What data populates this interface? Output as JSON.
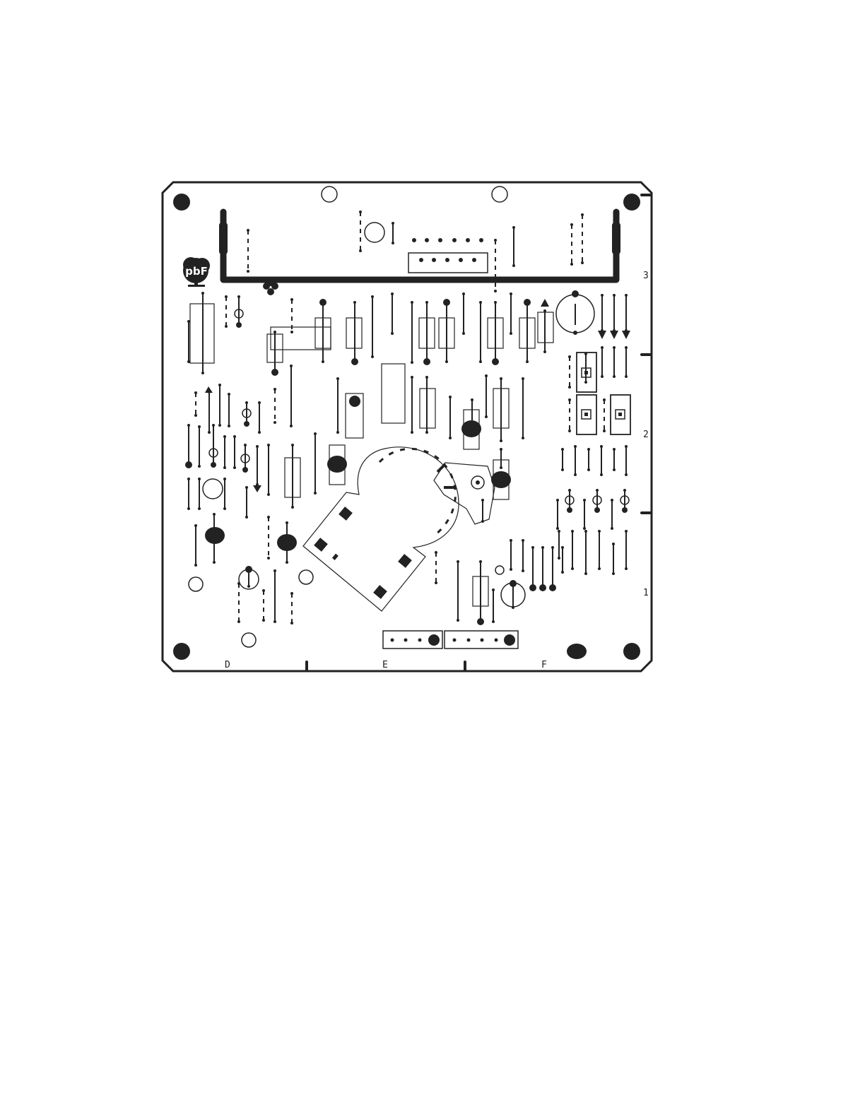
{
  "logo": {
    "text": "pbF"
  },
  "grid": {
    "row_labels": [
      "3",
      "2",
      "1"
    ],
    "column_labels": [
      "D",
      "E",
      "F"
    ]
  },
  "colors": {
    "ink": "#222222",
    "paper": "#ffffff"
  }
}
